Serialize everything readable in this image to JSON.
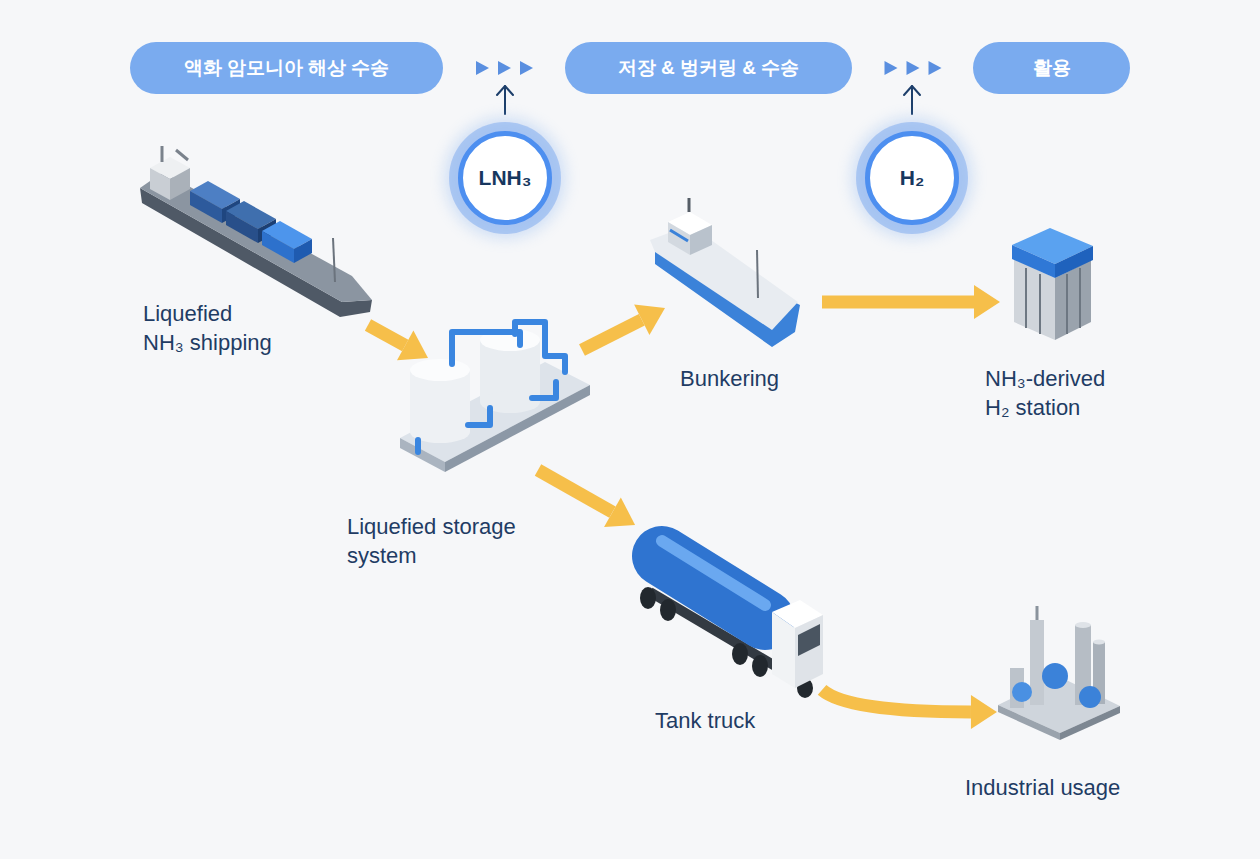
{
  "diagram": {
    "nodes": [
      {
        "text": [
          "액화 암모니아 해상 수송"
        ]
      },
      {
        "text": [
          "저장 & 벙커링 & 수송"
        ]
      },
      {
        "text": [
          "활용"
        ]
      },
      {
        "text": [
          "LNH₃"
        ]
      },
      {
        "text": [
          "H₂"
        ]
      },
      {
        "text": [
          "Liquefied NH₃ shipping"
        ]
      },
      {
        "text": [
          "Liquefied storage system"
        ]
      },
      {
        "text": [
          "Bunkering"
        ]
      },
      {
        "text": [
          "NH₃-derived H₂ station"
        ]
      },
      {
        "text": [
          "Tank truck"
        ]
      },
      {
        "text": [
          "Industrial usage"
        ]
      }
    ],
    "edges": [
      {
        "from": 0,
        "to": 1,
        "arrow": "to"
      },
      {
        "from": 1,
        "to": 2,
        "arrow": "to"
      },
      {
        "from": 5,
        "to": 6,
        "arrow": "to"
      },
      {
        "from": 6,
        "to": 7,
        "arrow": "to"
      },
      {
        "from": 7,
        "to": 8,
        "arrow": "to"
      },
      {
        "from": 6,
        "to": 9,
        "arrow": "to"
      },
      {
        "from": 9,
        "to": 10,
        "arrow": "to"
      }
    ]
  }
}
